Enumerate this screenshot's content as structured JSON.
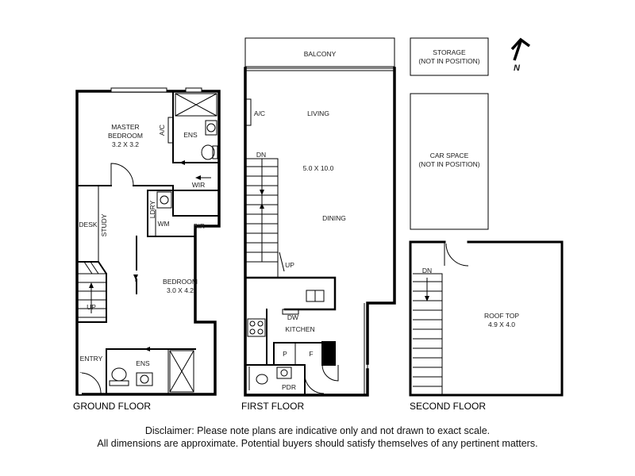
{
  "compass": {
    "label": "N"
  },
  "floors": {
    "ground": "GROUND FLOOR",
    "first": "FIRST FLOOR",
    "second": "SECOND FLOOR"
  },
  "rooms": {
    "master_bedroom": {
      "name": "MASTER",
      "name2": "BEDROOM",
      "dims": "3.2 X 3.2"
    },
    "ground_ac": "A/C",
    "ens_upper": "ENS",
    "wir": "WIR",
    "ldry": "LDRY",
    "wm": "WM",
    "bir": "BIR",
    "desk": "DESK",
    "study": "STUDY",
    "bedroom": {
      "name": "BEDROOM",
      "dims": "3.0 X 4.2"
    },
    "ground_up": "UP",
    "entry": "ENTRY",
    "ens_lower": "ENS",
    "balcony": "BALCONY",
    "first_ac": "A/C",
    "living": "LIVING",
    "living_dims": "5.0 X 10.0",
    "first_dn": "DN",
    "dining": "DINING",
    "first_up": "UP",
    "dw": "DW",
    "kitchen": "KITCHEN",
    "pantry": "P",
    "fridge": "F",
    "pdr": "PDR",
    "storage": {
      "line1": "STORAGE",
      "line2": "(NOT IN POSITION)"
    },
    "car_space": {
      "line1": "CAR SPACE",
      "line2": "(NOT IN POSITION)"
    },
    "second_dn": "DN",
    "roof_top": {
      "name": "ROOF TOP",
      "dims": "4.9 X 4.0"
    }
  },
  "disclaimer": {
    "line1": "Disclaimer: Please note plans are indicative only and not drawn to exact scale.",
    "line2": "All dimensions are approximate. Potential buyers should satisfy themselves of any pertinent matters."
  }
}
